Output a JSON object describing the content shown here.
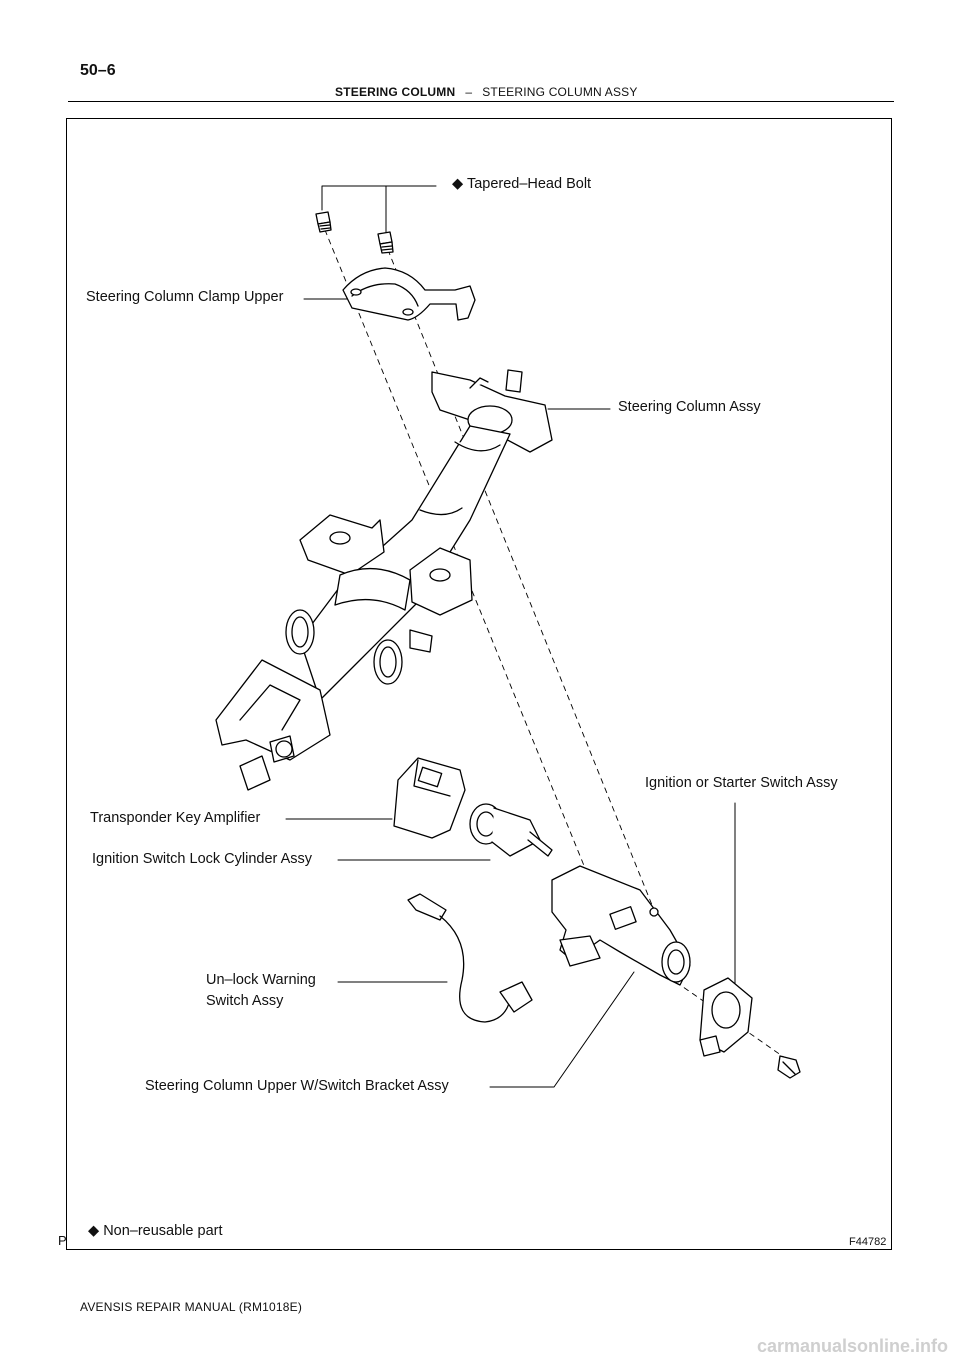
{
  "header": {
    "page_number": "50–6",
    "section": "STEERING COLUMN",
    "separator": "–",
    "subsection": "STEERING COLUMN ASSY"
  },
  "diagram": {
    "labels": {
      "tapered_head_bolt": "Tapered–Head Bolt",
      "clamp_upper": "Steering Column Clamp Upper",
      "column_assy": "Steering Column Assy",
      "ignition_switch": "Ignition or Starter Switch Assy",
      "transponder": "Transponder Key Amplifier",
      "lock_cylinder": "Ignition Switch Lock Cylinder Assy",
      "unlock_warning_line1": "Un–lock Warning",
      "unlock_warning_line2": "Switch Assy",
      "upper_bracket": "Steering Column Upper W/Switch Bracket Assy",
      "non_reusable": "Non–reusable part"
    },
    "corner_left": "P",
    "figure_code": "F44782",
    "legend_symbol": "◆"
  },
  "footer": {
    "manual": "AVENSIS REPAIR MANUAL   (RM1018E)"
  },
  "watermark": "carmanualsonline.info"
}
